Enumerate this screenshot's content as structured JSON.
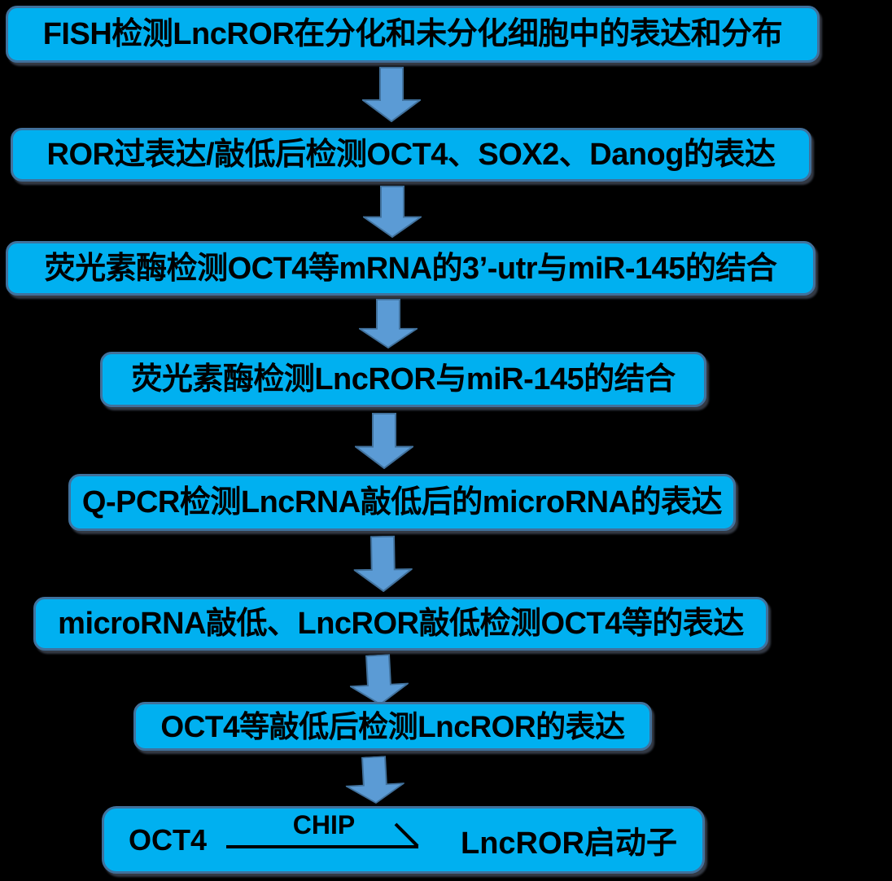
{
  "diagram": {
    "title_implicit": "LncROR experimental workflow flowchart",
    "steps": [
      "FISH检测LncROR在分化和未分化细胞中的表达和分布",
      "ROR过表达/敲低后检测OCT4、SOX2、Danog的表达",
      "荧光素酶检测OCT4等mRNA的3’-utr与miR-145的结合",
      "荧光素酶检测LncROR与miR-145的结合",
      "Q-PCR检测LncRNA敲低后的microRNA的表达",
      "microRNA敲低、LncROR敲低检测OCT4等的表达",
      "OCT4等敲低后检测LncROR的表达"
    ],
    "final_step": {
      "left": "OCT4",
      "arrow_label": "CHIP",
      "right": "LncROR启动子"
    },
    "icons": {
      "connector": "block-arrow-down",
      "final_arrow": "horizontal-line-arrow"
    },
    "colors": {
      "background": "#000000",
      "box_fill": "#00B0F0",
      "box_border": "#41719C",
      "arrow_fill": "#5B9BD5",
      "arrow_border": "#41719C",
      "text": "#000000"
    }
  }
}
